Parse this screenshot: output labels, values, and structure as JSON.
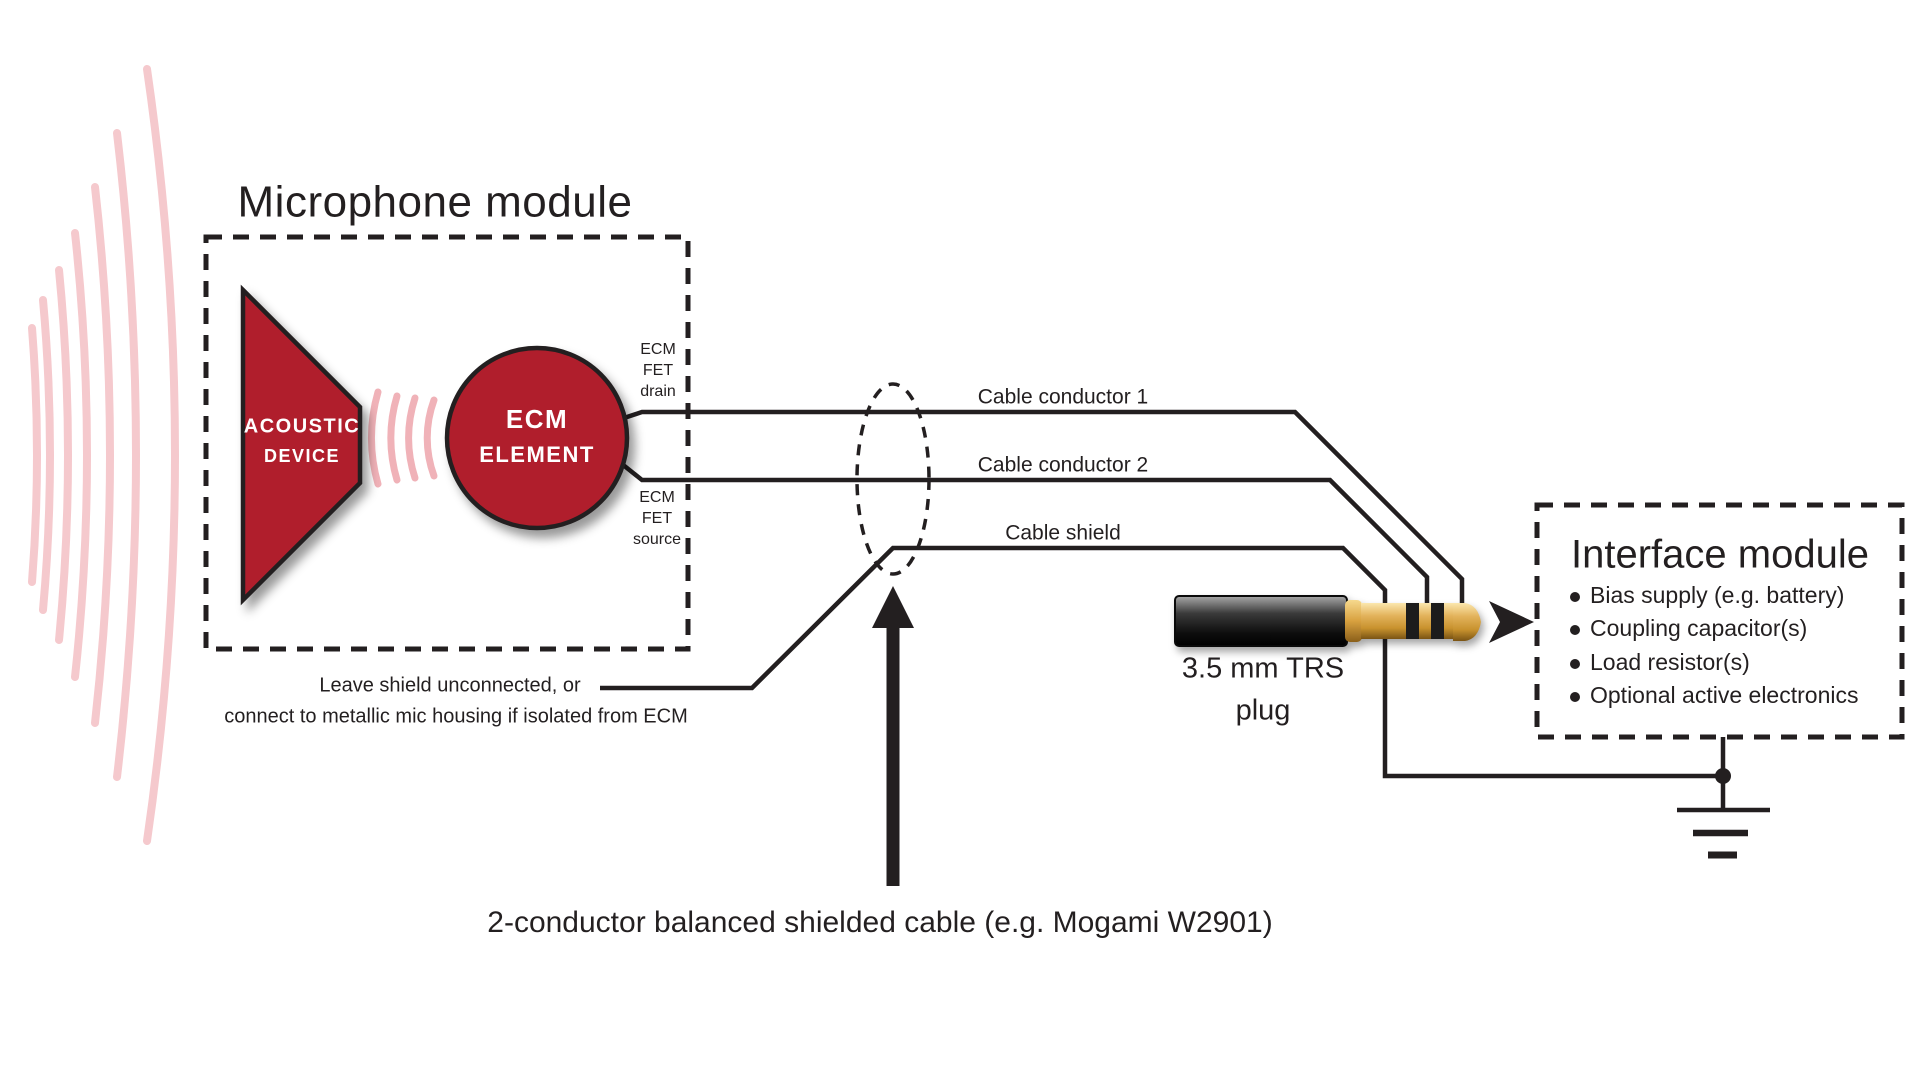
{
  "titles": {
    "microphone_module": "Microphone module"
  },
  "microphone_module": {
    "acoustic_device": {
      "line1": "ACOUSTIC",
      "line2": "DEVICE"
    },
    "ecm_element": {
      "line1": "ECM",
      "line2": "ELEMENT"
    },
    "fet_drain": {
      "line1": "ECM",
      "line2": "FET",
      "line3": "drain"
    },
    "fet_source": {
      "line1": "ECM",
      "line2": "FET",
      "line3": "source"
    }
  },
  "cable": {
    "conductor_1_label": "Cable conductor 1",
    "conductor_2_label": "Cable conductor 2",
    "shield_label": "Cable shield",
    "caption": "2-conductor balanced shielded cable (e.g. Mogami W2901)",
    "shield_note_line1": "Leave shield unconnected, or",
    "shield_note_line2": "connect to metallic mic housing if isolated from ECM"
  },
  "plug": {
    "label_line1": "3.5 mm TRS",
    "label_line2": "plug"
  },
  "interface_module": {
    "title": "Interface module",
    "bullets": [
      "Bias supply (e.g. battery)",
      "Coupling capacitor(s)",
      "Load resistor(s)",
      "Optional active electronics"
    ]
  },
  "colors": {
    "shape_red": "#b01e2c",
    "outline_black": "#231f20",
    "wave_pink_large": "#f5c9cd",
    "wave_pink_small": "#f0b2b8",
    "plug_gold": "#c8922e",
    "plug_body_dark": "#1b1b1b"
  }
}
